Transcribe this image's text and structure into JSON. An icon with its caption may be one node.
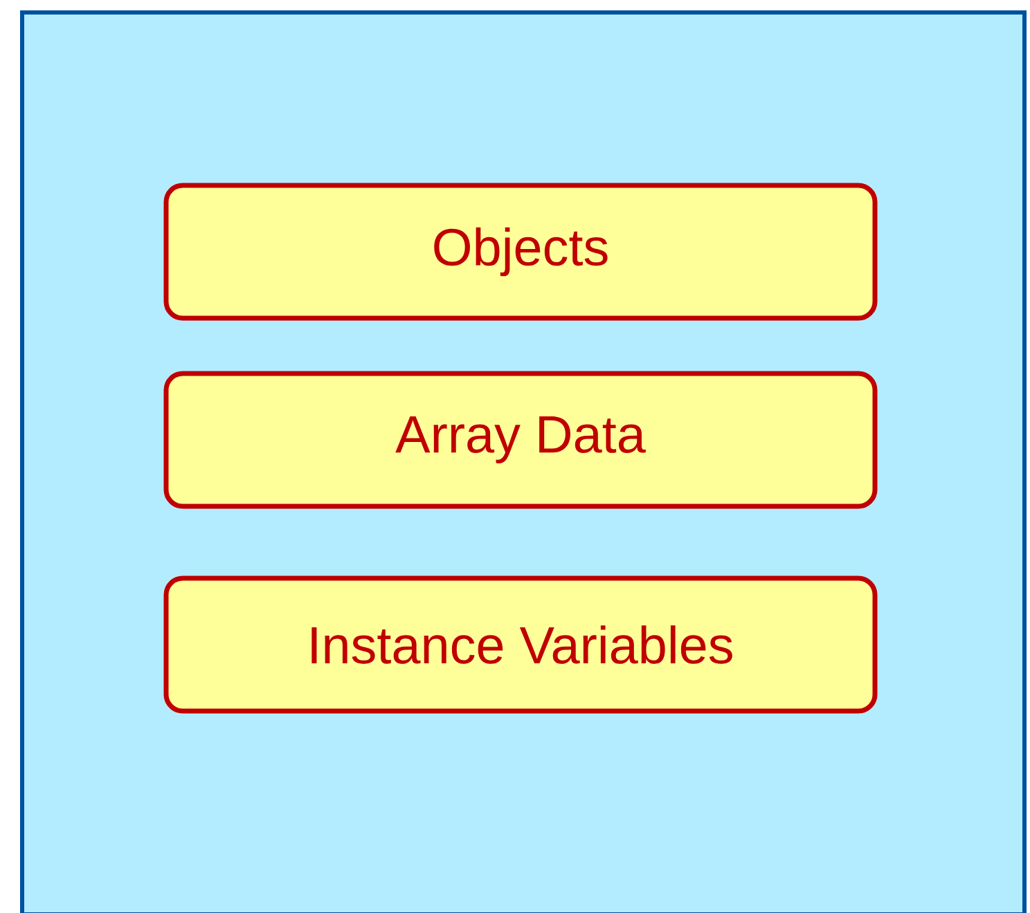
{
  "diagram": {
    "nodes": [
      {
        "text": [],
        "shape": "box"
      },
      {
        "text": [
          "Objects"
        ],
        "in": 0
      },
      {
        "text": [
          "Array Data"
        ],
        "in": 0
      },
      {
        "text": [
          "Instance Variables"
        ],
        "in": 0
      }
    ]
  }
}
